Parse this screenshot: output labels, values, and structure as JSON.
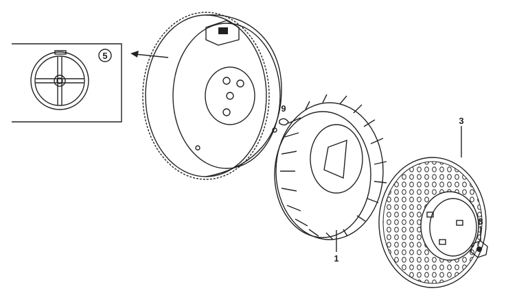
{
  "diagram": {
    "callouts": {
      "inset_ref": "5",
      "key": "9",
      "fan": "1",
      "screen": "3",
      "nut": "8"
    }
  }
}
